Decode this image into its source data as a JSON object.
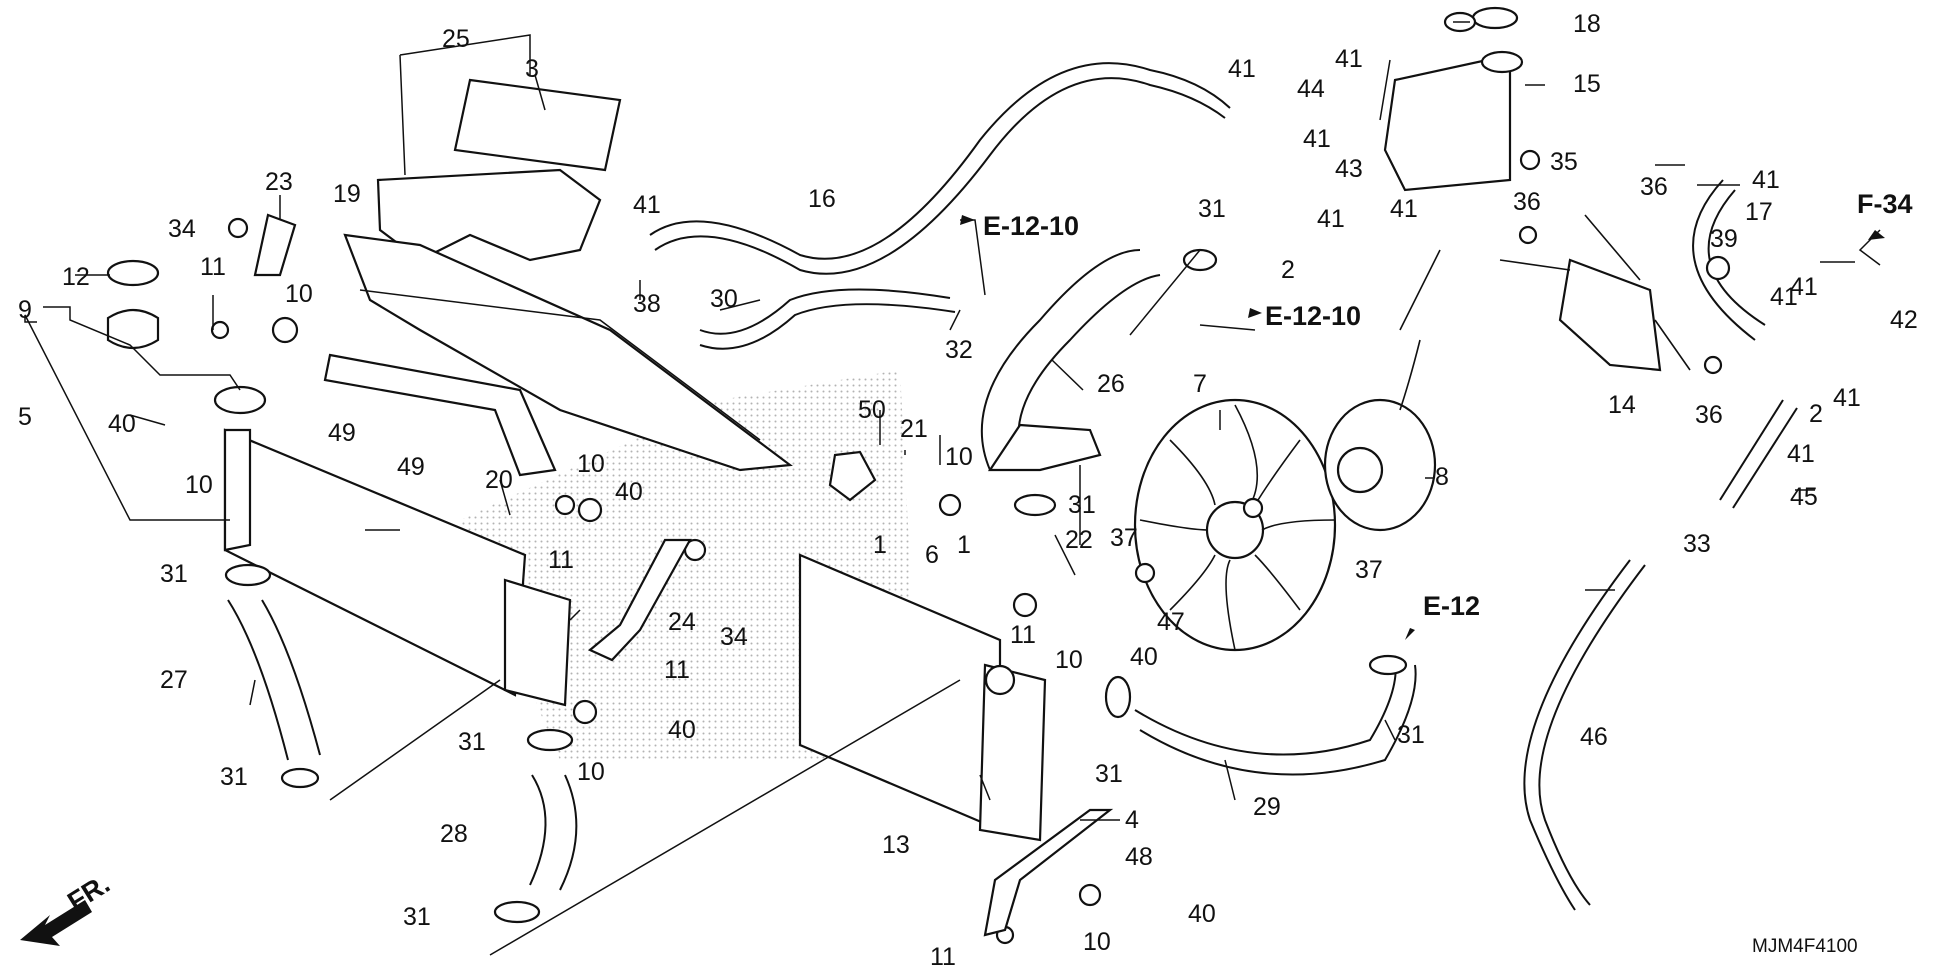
{
  "part_labels": [
    "1",
    "2",
    "3",
    "4",
    "5",
    "6",
    "7",
    "8",
    "9",
    "10",
    "11",
    "12",
    "13",
    "14",
    "15",
    "16",
    "17",
    "18",
    "19",
    "20",
    "21",
    "22",
    "23",
    "24",
    "25",
    "26",
    "27",
    "28",
    "29",
    "30",
    "31",
    "32",
    "33",
    "34",
    "35",
    "36",
    "37",
    "38",
    "39",
    "40",
    "41",
    "42",
    "43",
    "44",
    "45",
    "46",
    "47",
    "48",
    "49",
    "50"
  ],
  "references": {
    "e12_10_upper": "E-12-10",
    "e12_10_middle": "E-12-10",
    "e12": "E-12",
    "f34": "F-34"
  },
  "front_arrow_label": "FR.",
  "diagram_code": "MJM4F4100"
}
